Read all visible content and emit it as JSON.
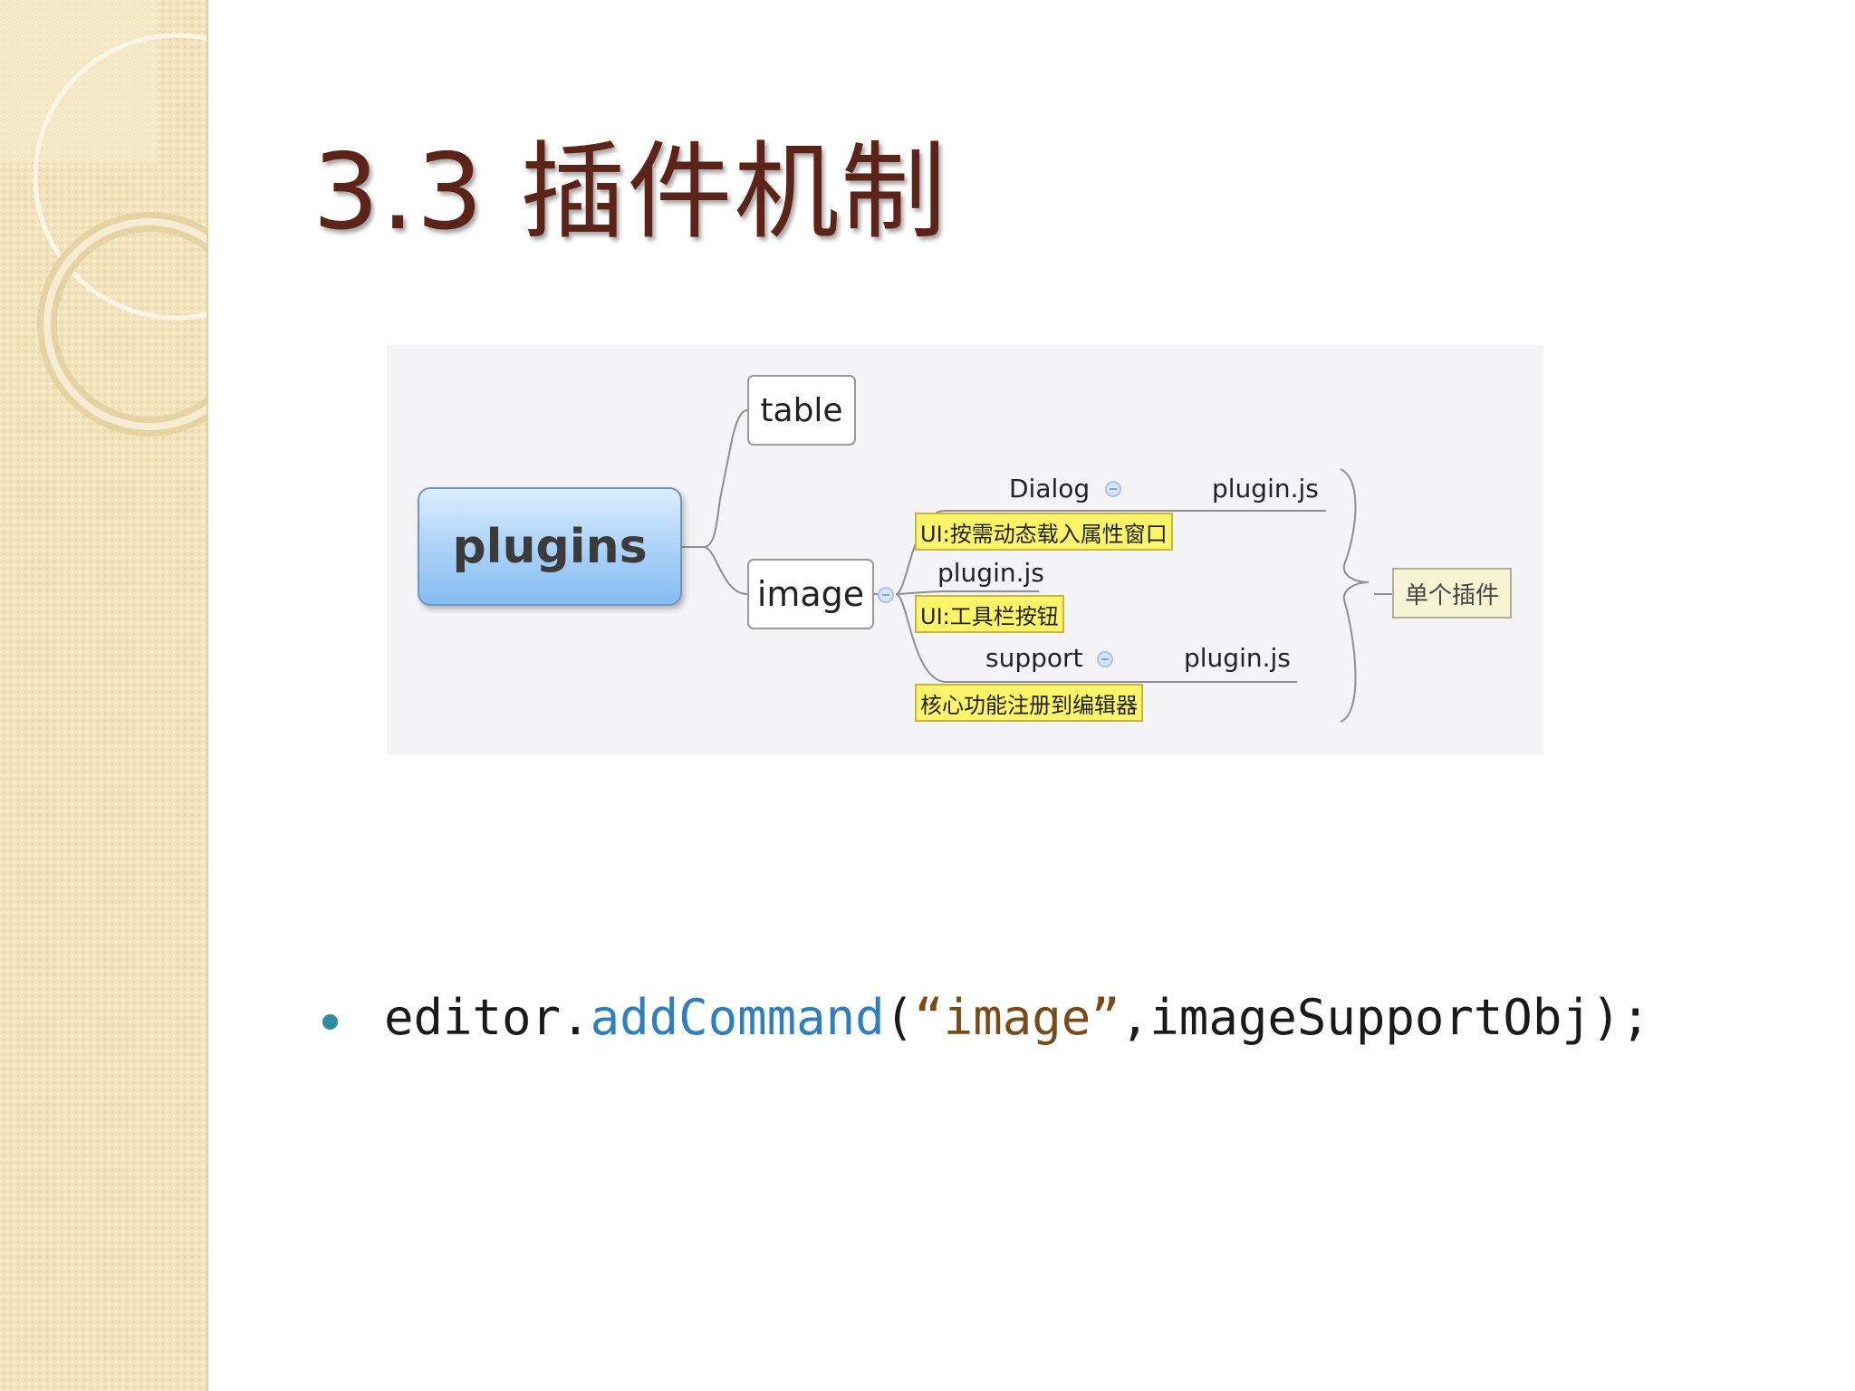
{
  "slide": {
    "title": "3.3 插件机制"
  },
  "mindmap": {
    "root": "plugins",
    "children": [
      {
        "label": "table"
      },
      {
        "label": "image",
        "children": [
          {
            "label": "Dialog",
            "note": "UI:按需动态载入属性窗口",
            "file": "plugin.js"
          },
          {
            "label": "plugin.js",
            "note": "UI:工具栏按钮"
          },
          {
            "label": "support",
            "note": "核心功能注册到编辑器",
            "file": "plugin.js"
          }
        ]
      }
    ],
    "summary": "单个插件"
  },
  "bullet": {
    "code_object": "editor.",
    "code_method": "addCommand",
    "code_open": "(",
    "code_string": "“image”",
    "code_rest": ",imageSupportObj);"
  },
  "colors": {
    "title": "#5c2418",
    "sidebar": "#f2e3bd",
    "bullet": "#2e8ba3",
    "method": "#2e7fc0",
    "string": "#7a4a17",
    "note_fill": "#fcf56a",
    "root_fill": "#a9d0f7"
  }
}
